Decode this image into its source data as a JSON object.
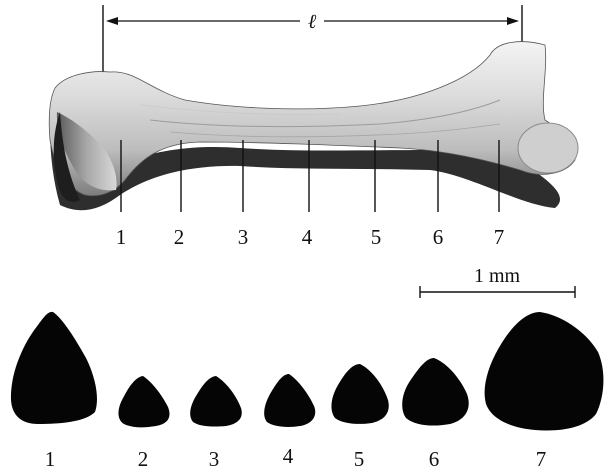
{
  "length_label": "ℓ",
  "scale_bar_label": "1 mm",
  "section_numbers_bone": [
    "1",
    "2",
    "3",
    "4",
    "5",
    "6",
    "7"
  ],
  "section_numbers_cross": [
    "1",
    "2",
    "3",
    "4",
    "5",
    "6",
    "7"
  ],
  "colors": {
    "bone_light": "#e6e6e6",
    "bone_mid": "#b9b9b9",
    "bone_dark": "#3a3a3a",
    "cross_section_fill": "#050505",
    "line": "#111111"
  }
}
